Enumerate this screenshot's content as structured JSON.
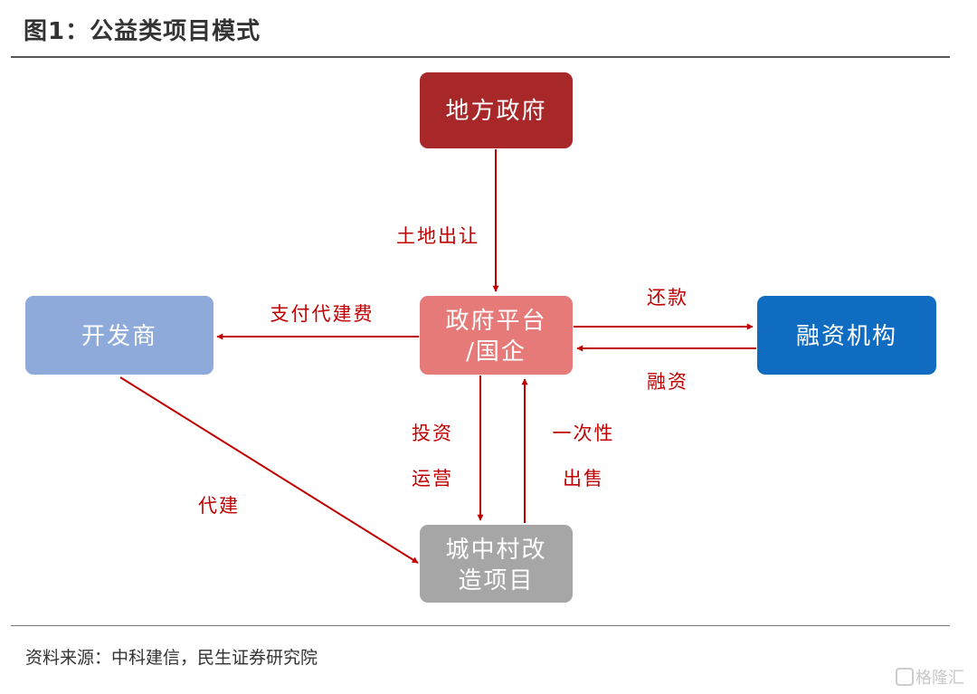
{
  "title": "图1：公益类项目模式",
  "source": "资料来源：中科建信，民生证券研究院",
  "watermark": "格隆汇",
  "colors": {
    "local_gov": "#a8282a",
    "platform": "#e57a78",
    "developer": "#8eaadb",
    "finance": "#0f6cc0",
    "project": "#a6a6a6",
    "arrow": "#c00000"
  },
  "nodes": {
    "local_gov": "地方政府",
    "platform_line1": "政府平台",
    "platform_line2": "/国企",
    "developer": "开发商",
    "finance": "融资机构",
    "project_line1": "城中村改",
    "project_line2": "造项目"
  },
  "edges": {
    "land_transfer": "土地出让",
    "pay_build_fee": "支付代建费",
    "repay": "还款",
    "financing": "融资",
    "invest_line1": "投资",
    "invest_line2": "运营",
    "sale_line1": "一次性",
    "sale_line2": "出售",
    "agent_build": "代建"
  }
}
